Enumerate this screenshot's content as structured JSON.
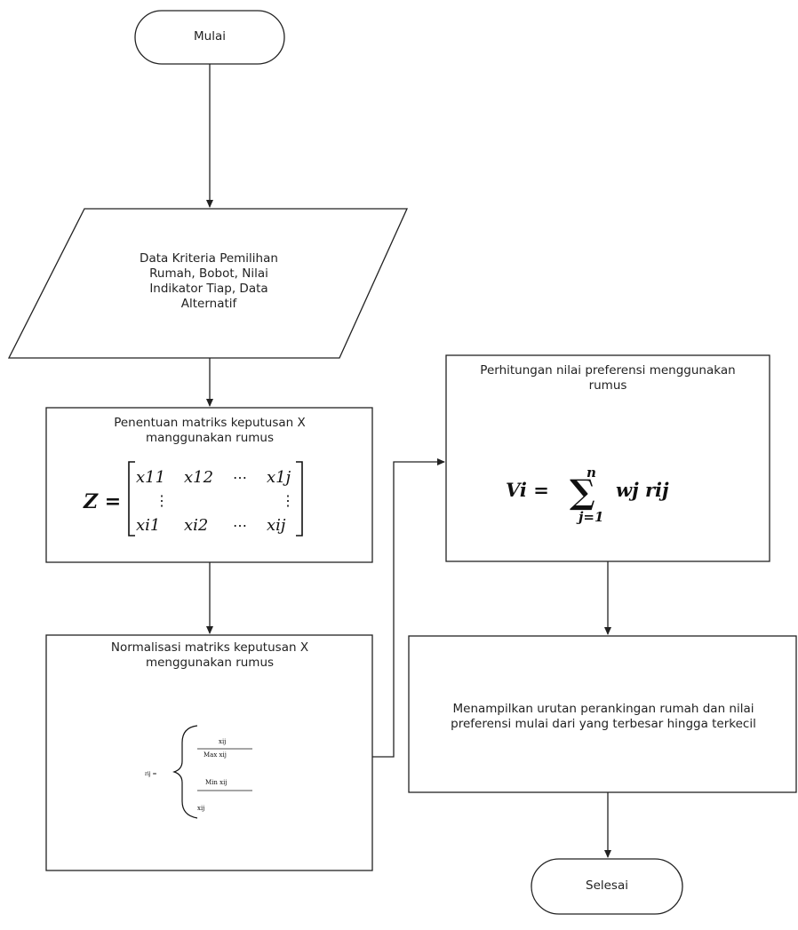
{
  "nodes": {
    "start": "Mulai",
    "input": "Data Kriteria Pemilihan\nRumah, Bobot, Nilai\nIndikator Tiap, Data\nAlternatif",
    "decision_matrix": "Penentuan matriks keputusan X\nmanggunakan rumus",
    "normalization": "Normalisasi matriks keputusan X\nmenggunakan rumus",
    "preference": "Perhitungan nilai preferensi menggunakan\nrumus",
    "ranking": "Menampilkan urutan perankingan rumah dan nilai\npreferensi mulai dari yang terbesar hingga terkecil",
    "end": "Selesai"
  },
  "formulas": {
    "matrix": {
      "lhs": "Z =",
      "row1": [
        "x11",
        "x12",
        "⋯",
        "x1j"
      ],
      "row2": [
        "⋮",
        "",
        "",
        "⋮"
      ],
      "row3": [
        "xi1",
        "xi2",
        "⋯",
        "xij"
      ]
    },
    "normalization": {
      "lhs": "rij =",
      "case1_num": "xij",
      "case1_den": "Max xij",
      "case2_num": "Min xij",
      "case2_den": "xij"
    },
    "preference": {
      "lhs": "Vi =",
      "sum_top": "n",
      "sum_bottom": "j=1",
      "term": "wj rij"
    }
  }
}
